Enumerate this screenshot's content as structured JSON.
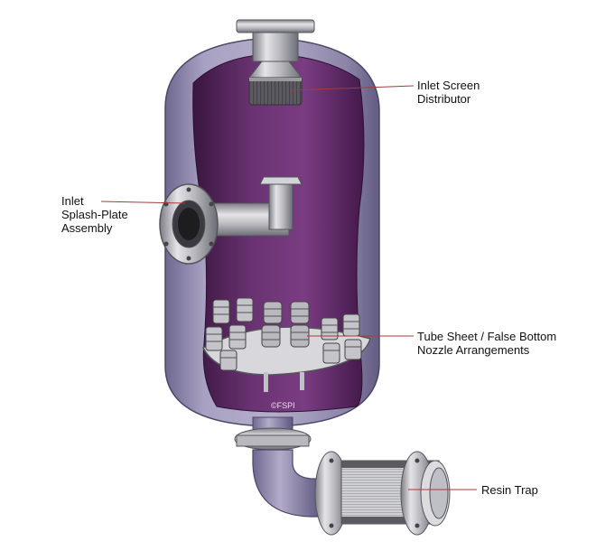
{
  "diagram": {
    "labels": {
      "inlet_screen": [
        "Inlet Screen",
        "Distributor"
      ],
      "inlet_splash": [
        "Inlet",
        "Splash-Plate",
        "Assembly"
      ],
      "tube_sheet": [
        "Tube Sheet / False Bottom",
        "Nozzle Arrangements"
      ],
      "resin_trap": [
        "Resin Trap"
      ]
    },
    "copyright": "©FSPI",
    "colors": {
      "vessel_shell": "#9a93b6",
      "interior": "#5a2a62",
      "steel": "#c8c8cc",
      "leader_line": "#a83a3a",
      "text": "#111111"
    }
  }
}
